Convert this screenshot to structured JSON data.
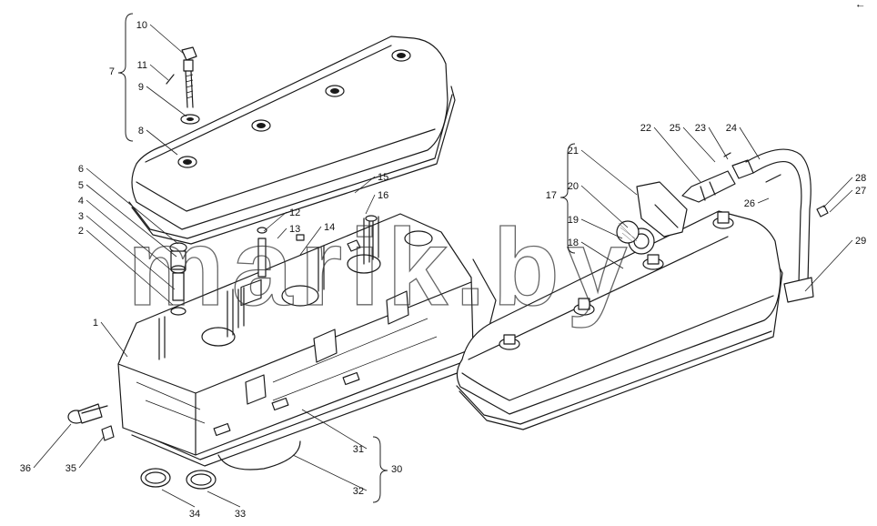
{
  "watermark": "marik.by",
  "corner_mark": "•–",
  "callouts": [
    "1",
    "2",
    "3",
    "4",
    "5",
    "6",
    "7",
    "8",
    "9",
    "10",
    "11",
    "12",
    "13",
    "14",
    "15",
    "16",
    "17",
    "18",
    "19",
    "20",
    "21",
    "22",
    "23",
    "24",
    "25",
    "26",
    "27",
    "28",
    "29",
    "30",
    "31",
    "32",
    "33",
    "34",
    "35",
    "36"
  ]
}
